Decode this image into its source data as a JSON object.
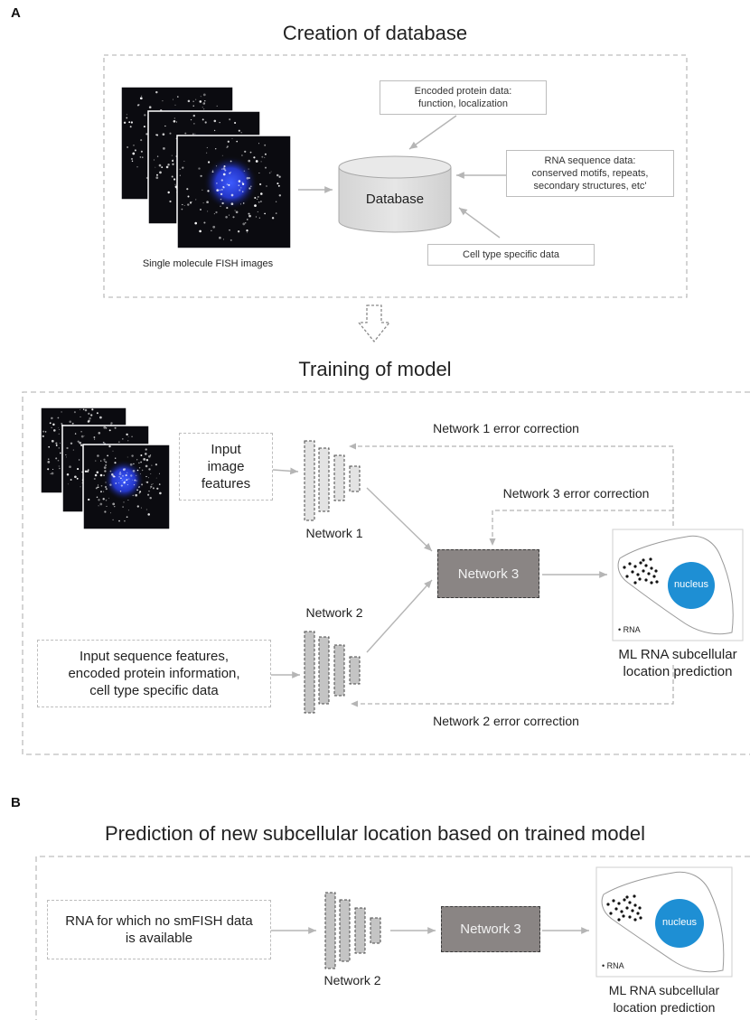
{
  "panel_a": {
    "letter": "A",
    "creation": {
      "title": "Creation of database",
      "images_caption": "Single molecule FISH images",
      "database_label": "Database",
      "protein_data": [
        "Encoded protein data:",
        "function, localization"
      ],
      "rna_data": [
        "RNA sequence data:",
        "conserved motifs, repeats,",
        "secondary structures, etc'"
      ],
      "cell_type_data": "Cell type specific data"
    },
    "training": {
      "title": "Training of model",
      "input_image": [
        "Input",
        "image",
        "features"
      ],
      "input_sequence": [
        "Input sequence features,",
        "encoded protein information,",
        "cell type specific data"
      ],
      "network1": "Network 1",
      "network2": "Network 2",
      "network3": "Network 3",
      "err1": "Network 1 error correction",
      "err2": "Network 2 error correction",
      "err3": "Network 3 error correction",
      "nucleus": "nucleus",
      "rna_legend": "• RNA",
      "prediction": [
        "ML RNA subcellular",
        "location prediction"
      ]
    }
  },
  "panel_b": {
    "letter": "B",
    "title": "Prediction of new subcellular location based on trained model",
    "input": [
      "RNA for which no smFISH data",
      "is available"
    ],
    "network2": "Network 2",
    "network3": "Network 3",
    "nucleus": "nucleus",
    "rna_legend": "• RNA",
    "prediction": [
      "ML RNA subcellular",
      "location prediction"
    ]
  },
  "colors": {
    "border_gray": "#bdbdbd",
    "arrow_gray": "#b5b5b5",
    "network3_fill": "#8a8584",
    "nucleus_blue": "#1e8fd4",
    "microscopy_bg": "#0b0b10",
    "microscopy_blue": "#2a3fd6"
  }
}
